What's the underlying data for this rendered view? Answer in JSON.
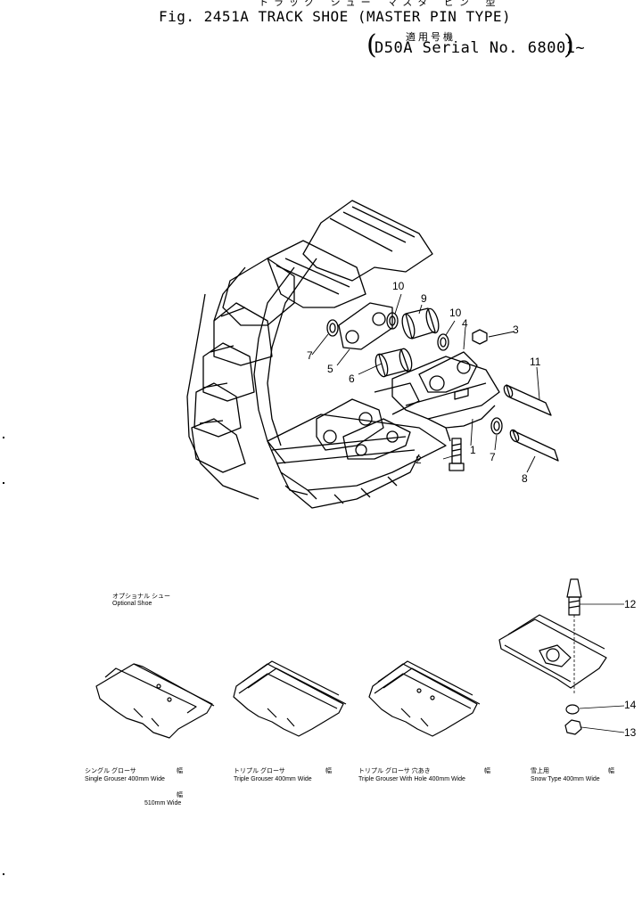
{
  "header": {
    "kana": "トラック シュー マスタ ピン 型",
    "title": "Fig. 2451A  TRACK SHOE (MASTER PIN TYPE)",
    "serial_jp": "適用号機",
    "serial": "D50A Serial No. 68001~",
    "paren_open": "(",
    "paren_close": ")"
  },
  "callouts": [
    "1",
    "2",
    "3",
    "4",
    "5",
    "6",
    "7",
    "7",
    "8",
    "9",
    "10",
    "10",
    "11",
    "12",
    "13",
    "14"
  ],
  "optional": {
    "label_jp": "オプショナル シュー",
    "label": "Optional Shoe",
    "shoes": [
      {
        "jp": "シングル グローサ",
        "en": "Single Grouser 400mm Wide",
        "mark": "幅",
        "extra": "510mm Wide",
        "extra_mark": "幅"
      },
      {
        "jp": "トリプル グローサ",
        "en": "Triple Grouser 400mm Wide",
        "mark": "幅"
      },
      {
        "jp": "トリプル グローサ 穴あき",
        "en": "Triple Grouser With Hole 400mm Wide",
        "mark": "幅"
      },
      {
        "jp": "雪上用",
        "en": "Snow Type 400mm Wide",
        "mark": "幅"
      }
    ]
  }
}
